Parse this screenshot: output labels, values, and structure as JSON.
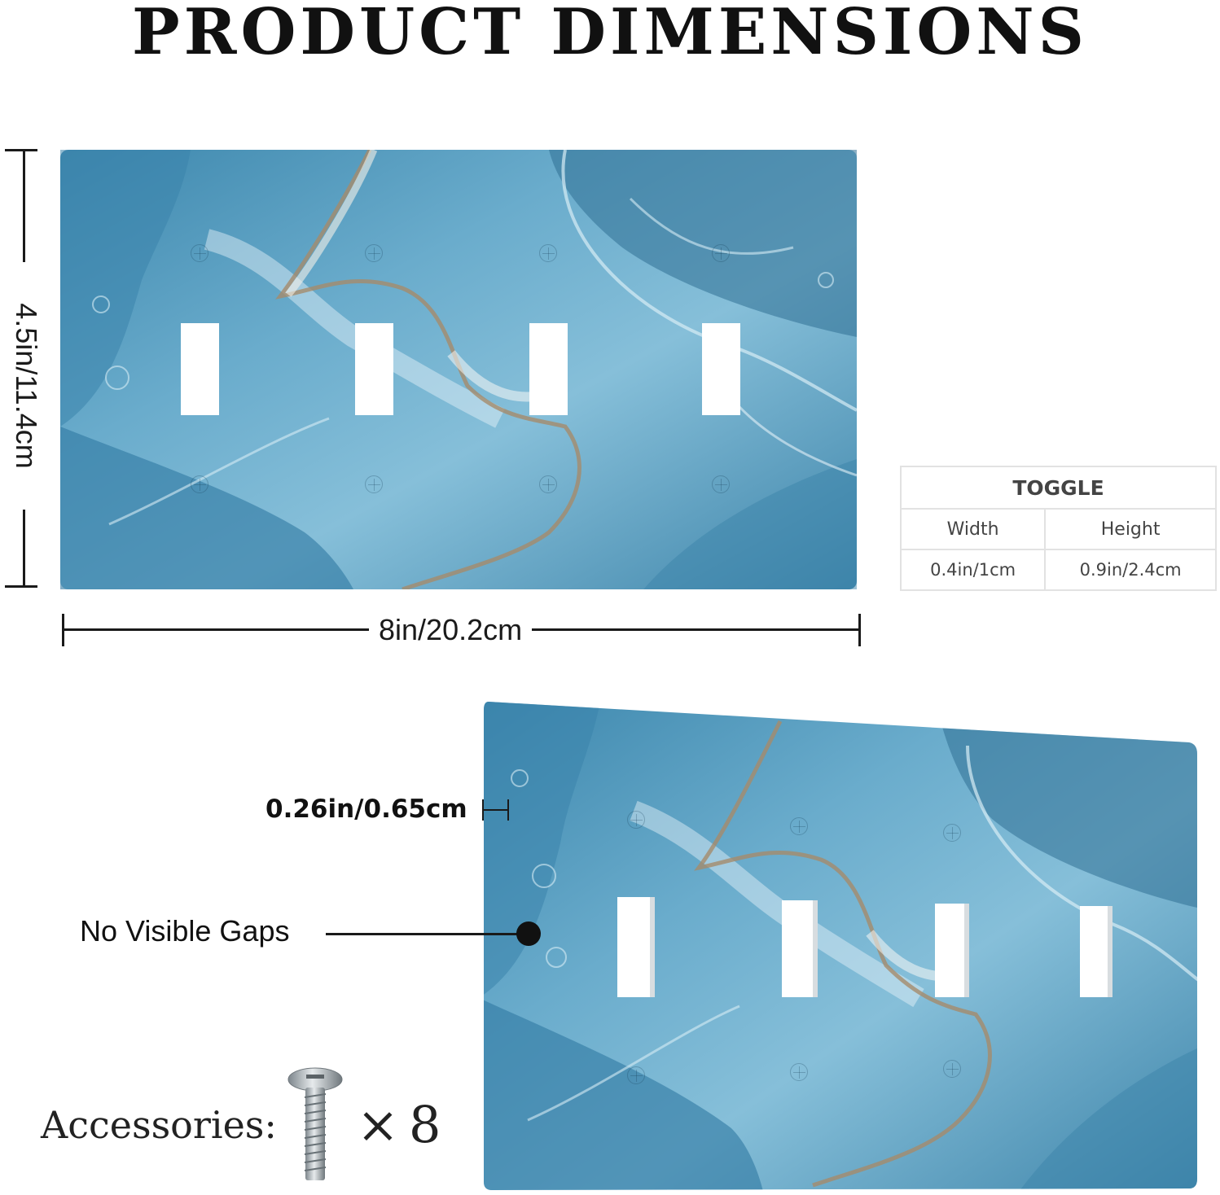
{
  "title": "PRODUCT DIMENSIONS",
  "dimensions": {
    "height_label": "4.5in/11.4cm",
    "width_label": "8in/20.2cm",
    "thickness_label": "0.26in/0.65cm"
  },
  "toggle_table": {
    "title": "TOGGLE",
    "headers": [
      "Width",
      "Height"
    ],
    "values": [
      "0.4in/1cm",
      "0.9in/2.4cm"
    ]
  },
  "callouts": {
    "no_gaps": "No Visible Gaps"
  },
  "accessories": {
    "label": "Accessories:",
    "times": "×",
    "quantity": "8",
    "icon": "screw-icon"
  },
  "plate": {
    "toggle_count": 4,
    "style": "blue marble",
    "colors": {
      "deep": "#2f6f93",
      "mid": "#5d9bbd",
      "light": "#a9d1e6",
      "vein": "#8a7760"
    }
  }
}
